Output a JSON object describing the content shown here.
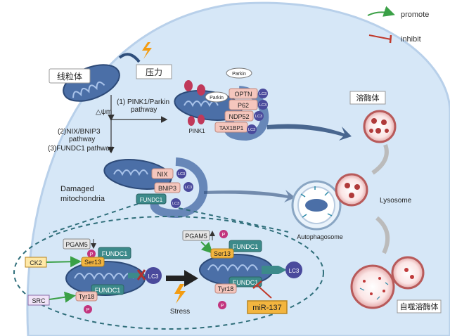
{
  "legend": {
    "promote": "promote",
    "inhibit": "inhibit",
    "promote_color": "#3aa046",
    "inhibit_color": "#c0392b"
  },
  "labels": {
    "mitochondrion": "线粒体",
    "pressure": "压力",
    "delta_psi": "△ψm",
    "pathway1_line1": "(1) PINK1/Parkin",
    "pathway1_line2": "pathway",
    "pathway2_line1": "(2)NIX/BNIP3",
    "pathway2_line2": "pathway",
    "pathway3": "(3)FUNDC1 pathway",
    "damaged_line1": "Damaged",
    "damaged_line2": "mitochondria",
    "lysosome_cn": "溶酶体",
    "lysosome": "Lysosome",
    "autophagosome": "Autophagosome",
    "autolysosome_cn": "自噬溶酶体",
    "stress": "Stress"
  },
  "proteins": {
    "parkin": "Parkin",
    "pink1": "PINK1",
    "optn": "OPTN",
    "p62": "P62",
    "ndp52": "NDP52",
    "tax1bp1": "TAX1BP1",
    "lc3": "LC3",
    "nix": "NIX",
    "bnip3": "BNIP3",
    "fundc1": "FUNDC1",
    "pgam5": "PGAM5",
    "ser13": "Ser13",
    "tyr18": "Tyr18",
    "ck2": "CK2",
    "src": "SRC",
    "mir137": "miR-137",
    "p": "P"
  },
  "colors": {
    "cell_bg": "#d6e7f7",
    "mito_fill": "#4b6fa7",
    "protein_pink": "#f5c6bd",
    "fundc1_teal": "#3c8a8a",
    "lc3_purple": "#4a4a9c",
    "phospho": "#c2357e"
  }
}
